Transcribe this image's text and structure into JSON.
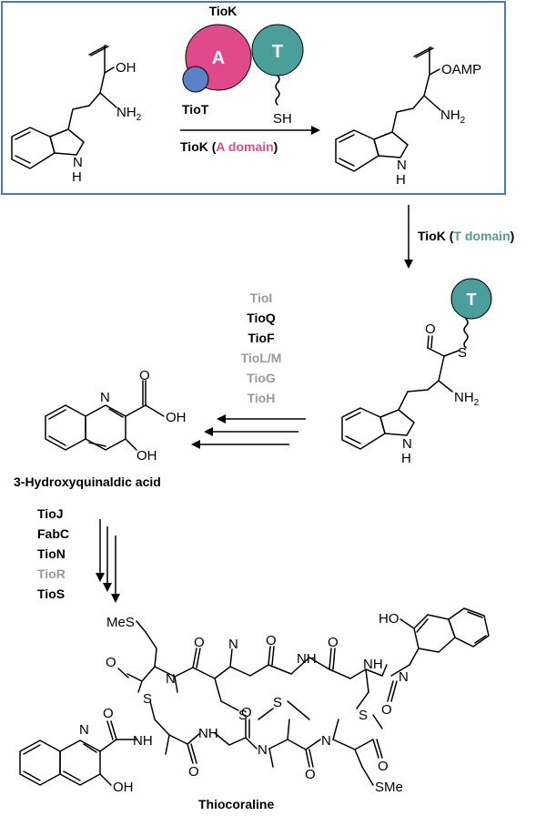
{
  "box_enzyme": {
    "title": "TioK",
    "domain_a": "A",
    "domain_t": "T",
    "partner": "TioT",
    "thiol": "SH",
    "step_label_prefix": "TioK (",
    "step_label_domain": "A domain",
    "step_label_suffix": ")"
  },
  "tryptophan": {
    "acid": "OH",
    "amine": "NH",
    "amine_sub": "2",
    "indole_n": "N",
    "indole_h": "H"
  },
  "adenylate": {
    "ester": "OAMP",
    "amine": "NH",
    "amine_sub": "2",
    "indole_n": "N",
    "indole_h": "H"
  },
  "step_t": {
    "prefix": "TioK (",
    "domain": "T domain",
    "suffix": ")"
  },
  "thioester": {
    "domain_t": "T",
    "sulfur": "S",
    "amine": "NH",
    "amine_sub": "2",
    "indole_n": "N",
    "indole_h": "H"
  },
  "enzymes_step3": [
    {
      "name": "TioI",
      "active": false
    },
    {
      "name": "TioQ",
      "active": true
    },
    {
      "name": "TioF",
      "active": true
    },
    {
      "name": "TioL/M",
      "active": false
    },
    {
      "name": "TioG",
      "active": false
    },
    {
      "name": "TioH",
      "active": false
    }
  ],
  "hqa": {
    "ring_n": "N",
    "acid": "OH",
    "hydroxyl": "OH",
    "name": "3-Hydroxyquinaldic acid"
  },
  "enzymes_step4": [
    {
      "name": "TioJ",
      "active": true
    },
    {
      "name": "FabC",
      "active": true
    },
    {
      "name": "TioN",
      "active": true
    },
    {
      "name": "TioR",
      "active": false
    },
    {
      "name": "TioS",
      "active": true
    }
  ],
  "thiocoraline": {
    "sme_top": "MeS",
    "sme_bottom": "SMe",
    "hydroxyl_top": "HO",
    "hydroxyl_bottom": "OH",
    "name": "Thiocoraline"
  },
  "colors": {
    "box_border": "#4a7abf",
    "a_domain": "#e04a8a",
    "t_domain": "#4a9f9a",
    "tiot": "#5b82c8",
    "inactive_enzyme": "#9a9a9a"
  }
}
